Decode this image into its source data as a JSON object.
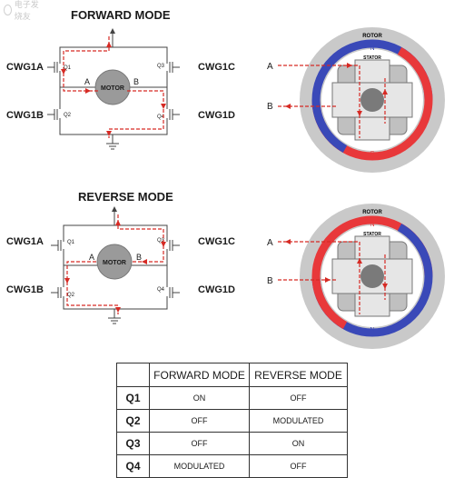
{
  "watermark": "电子发烧友",
  "forward": {
    "title": "FORWARD MODE",
    "labels": {
      "cwg1a": "CWG1A",
      "cwg1b": "CWG1B",
      "cwg1c": "CWG1C",
      "cwg1d": "CWG1D",
      "q1": "Q1",
      "q2": "Q2",
      "q3": "Q3",
      "q4": "Q4",
      "node_a": "A",
      "node_b": "B",
      "motor": "MOTOR"
    },
    "rotor": {
      "rotor": "ROTOR",
      "stator": "STATOR",
      "north": "N",
      "south": "S",
      "in_a": "A",
      "in_b": "B"
    }
  },
  "reverse": {
    "title": "REVERSE MODE",
    "labels": {
      "cwg1a": "CWG1A",
      "cwg1b": "CWG1B",
      "cwg1c": "CWG1C",
      "cwg1d": "CWG1D",
      "q1": "Q1",
      "q2": "Q2",
      "q3": "Q3",
      "q4": "Q4",
      "node_a": "A",
      "node_b": "B",
      "motor": "MOTOR"
    },
    "rotor": {
      "rotor": "ROTOR",
      "stator": "STATOR",
      "north": "N",
      "south": "S",
      "in_a": "A",
      "in_b": "B"
    }
  },
  "colors": {
    "current": "#d62a24",
    "rotor_red": "#e8383a",
    "rotor_blue": "#3a49b8",
    "gray": "#b5b5b5"
  },
  "table": {
    "headers": [
      "",
      "FORWARD MODE",
      "REVERSE MODE"
    ],
    "rows": [
      {
        "q": "Q1",
        "fwd": "ON",
        "rev": "OFF"
      },
      {
        "q": "Q2",
        "fwd": "OFF",
        "rev": "MODULATED"
      },
      {
        "q": "Q3",
        "fwd": "OFF",
        "rev": "ON"
      },
      {
        "q": "Q4",
        "fwd": "MODULATED",
        "rev": "OFF"
      }
    ]
  }
}
